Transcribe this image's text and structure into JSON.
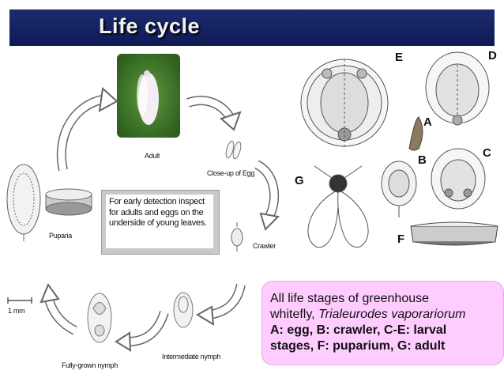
{
  "title": "Life cycle",
  "cycle_labels": {
    "adult": "Adult",
    "egg": "Close-up of Egg",
    "crawler": "Crawler",
    "intermediate": "Intermediate nymph",
    "fully_grown": "Fully-grown nymph",
    "puparia": "Puparia"
  },
  "scale_label": "1 mm",
  "note": [
    "For early detection inspect",
    "for adults and eggs on the",
    "underside of young leaves."
  ],
  "stage_letters": {
    "a": "A",
    "b": "B",
    "c": "C",
    "d": "D",
    "e": "E",
    "f": "F",
    "g": "G"
  },
  "info": {
    "line1": "All life stages of greenhouse",
    "line2_prefix": "whitefly, ",
    "line2_species": "Trialeurodes vaporariorum",
    "line3": "A: egg, B: crawler, C-E: larval",
    "line4": "stages, F: puparium, G: adult"
  },
  "colors": {
    "title_bar": "#0e1a55",
    "info_box": "#ffccff",
    "note_box": "#c9c9c9"
  }
}
